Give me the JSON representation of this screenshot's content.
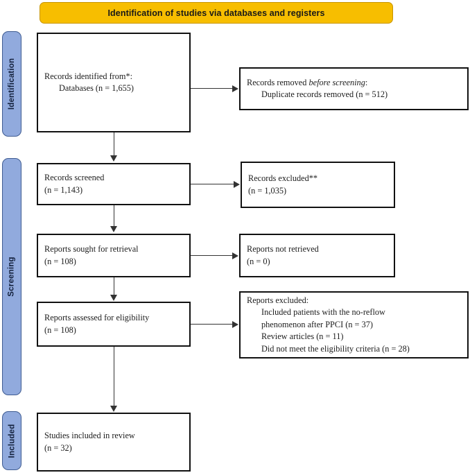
{
  "banner": {
    "title": "Identification of studies via databases and registers"
  },
  "stages": [
    {
      "id": "identification",
      "label": "Identification"
    },
    {
      "id": "screening",
      "label": "Screening"
    },
    {
      "id": "included",
      "label": "Included"
    }
  ],
  "boxes": {
    "identified": {
      "line1": "Records identified from*:",
      "line2": "Databases (n = 1,655)"
    },
    "removed": {
      "line1_pre": "Records removed ",
      "line1_italic": "before screening",
      "line1_post": ":",
      "line2": "Duplicate records removed (n = 512)"
    },
    "screened": {
      "line1": "Records screened",
      "line2": "(n = 1,143)"
    },
    "excluded": {
      "line1": "Records excluded**",
      "line2": "(n = 1,035)"
    },
    "sought": {
      "line1": "Reports sought for retrieval",
      "line2": "(n = 108)"
    },
    "not_retrieved": {
      "line1": "Reports not retrieved",
      "line2": "(n = 0)"
    },
    "assessed": {
      "line1": "Reports assessed for eligibility",
      "line2": "(n = 108)"
    },
    "reports_excluded": {
      "line1": "Reports excluded:",
      "line2": "Included patients with the no-reflow",
      "line3": "phenomenon after PPCI (n = 37)",
      "line4": "Review articles (n = 11)",
      "line5": "Did not meet the eligibility criteria (n = 28)"
    },
    "included": {
      "line1": "Studies included in review",
      "line2": "(n = 32)"
    }
  },
  "colors": {
    "banner_fill": "#F7BE00",
    "banner_border": "#C79400",
    "pill_fill": "#91AADD",
    "pill_border": "#3F5C92",
    "box_border": "#111111",
    "connector": "#333333"
  }
}
